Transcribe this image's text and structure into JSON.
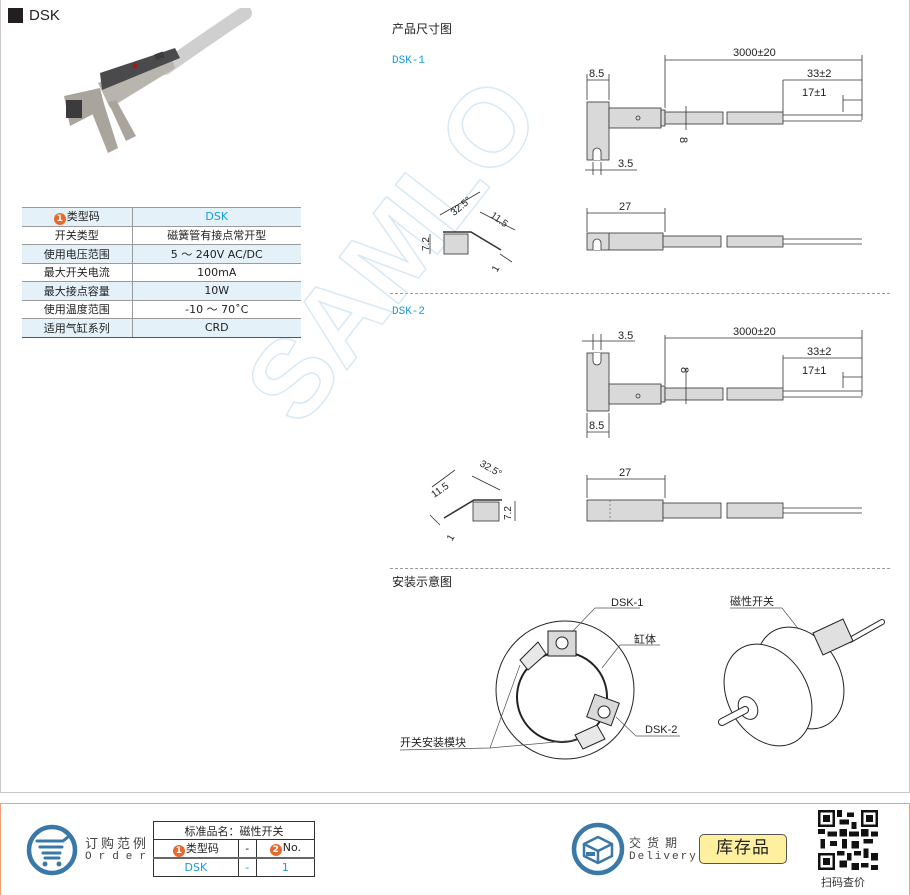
{
  "header": {
    "title": "DSK"
  },
  "specs": {
    "rows": [
      {
        "label": "类型码",
        "badge": "1",
        "value": "DSK",
        "shaded": true,
        "accent": true
      },
      {
        "label": "开关类型",
        "value": "磁簧管有接点常开型"
      },
      {
        "label": "使用电压范围",
        "value": "5 ～ 240V AC/DC",
        "shaded": true
      },
      {
        "label": "最大开关电流",
        "value": "100mA"
      },
      {
        "label": "最大接点容量",
        "value": "10W",
        "shaded": true
      },
      {
        "label": "使用温度范围",
        "value": "-10 ～ 70˚C"
      },
      {
        "label": "适用气缸系列",
        "value": "CRD",
        "shaded": true
      }
    ]
  },
  "dimensions": {
    "section_title": "产品尺寸图",
    "variants": [
      {
        "name": "DSK-1",
        "side_view": {
          "cable_length": "3000±20",
          "strip_length": "33±2",
          "wire_end": "17±1",
          "bracket_width": "8.5",
          "slot_width": "3.5",
          "body_height": "8"
        },
        "end_view": {
          "angle": "32.5°",
          "flange": "11.5",
          "height": "7.2",
          "thickness": "1"
        },
        "bottom_view": {
          "body_length": "27"
        }
      },
      {
        "name": "DSK-2",
        "side_view": {
          "cable_length": "3000±20",
          "strip_length": "33±2",
          "wire_end": "17±1",
          "bracket_width": "8.5",
          "slot_width": "3.5",
          "body_height": "8"
        },
        "end_view": {
          "angle": "32.5°",
          "flange": "11.5",
          "height": "7.2",
          "thickness": "1"
        },
        "bottom_view": {
          "body_length": "27"
        }
      }
    ]
  },
  "installation": {
    "section_title": "安装示意图",
    "callouts": {
      "dsk1": "DSK-1",
      "dsk2": "DSK-2",
      "cylinder": "缸体",
      "mount_module": "开关安装模块",
      "magnetic_switch": "磁性开关"
    }
  },
  "watermark": "SAMLO",
  "footer": {
    "order": {
      "label_cn": "订购范例",
      "label_en": "Order",
      "product_name": "标准品名：磁性开关",
      "col1_badge": "1",
      "col1_header": "类型码",
      "separator": "-",
      "col2_badge": "2",
      "col2_header": "No.",
      "col1_value": "DSK",
      "col2_value": "1"
    },
    "delivery": {
      "label_cn": "交货期",
      "label_en": "Delivery",
      "status": "库存品"
    },
    "qr_caption": "扫码查价"
  },
  "colors": {
    "accent": "#1a9bd7",
    "badge": "#e8692d",
    "footer_border": "#f0a07a",
    "icon_blue": "#3a78a8",
    "stock_bg": "#fff0a0"
  }
}
